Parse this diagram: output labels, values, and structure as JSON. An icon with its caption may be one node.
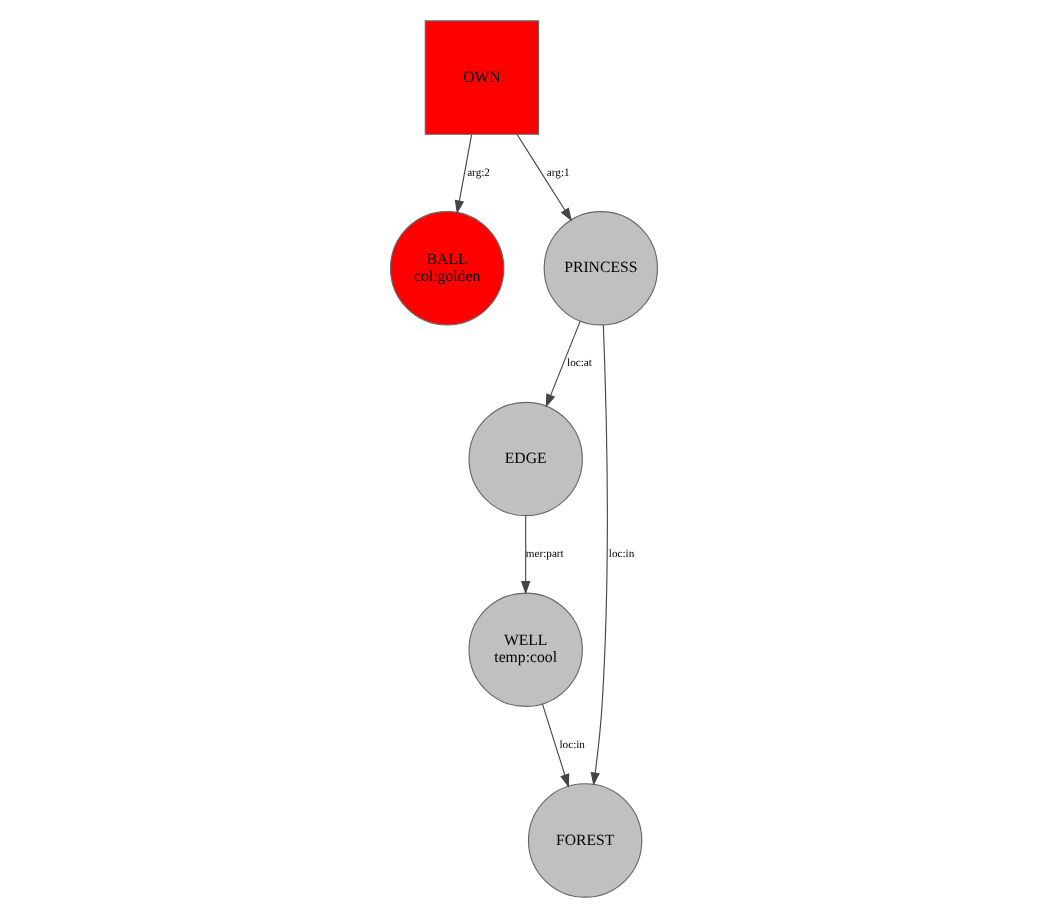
{
  "diagram": {
    "nodes": [
      {
        "text": [
          "OWN"
        ]
      },
      {
        "text": [
          "BALL",
          "col:golden"
        ]
      },
      {
        "text": [
          "PRINCESS"
        ]
      },
      {
        "text": [
          "EDGE"
        ]
      },
      {
        "text": [
          "WELL",
          "temp:cool"
        ]
      },
      {
        "text": [
          "FOREST"
        ]
      }
    ],
    "edges": [
      {
        "from": 0,
        "to": 1,
        "arrow": "to",
        "label": "arg:2"
      },
      {
        "from": 0,
        "to": 2,
        "arrow": "to",
        "label": "arg:1"
      },
      {
        "from": 2,
        "to": 3,
        "arrow": "to",
        "label": "loc:at"
      },
      {
        "from": 3,
        "to": 4,
        "arrow": "to",
        "label": "mer:part"
      },
      {
        "from": 2,
        "to": 5,
        "arrow": "to",
        "label": "loc:in"
      },
      {
        "from": 4,
        "to": 5,
        "arrow": "to",
        "label": "loc:in"
      }
    ]
  }
}
